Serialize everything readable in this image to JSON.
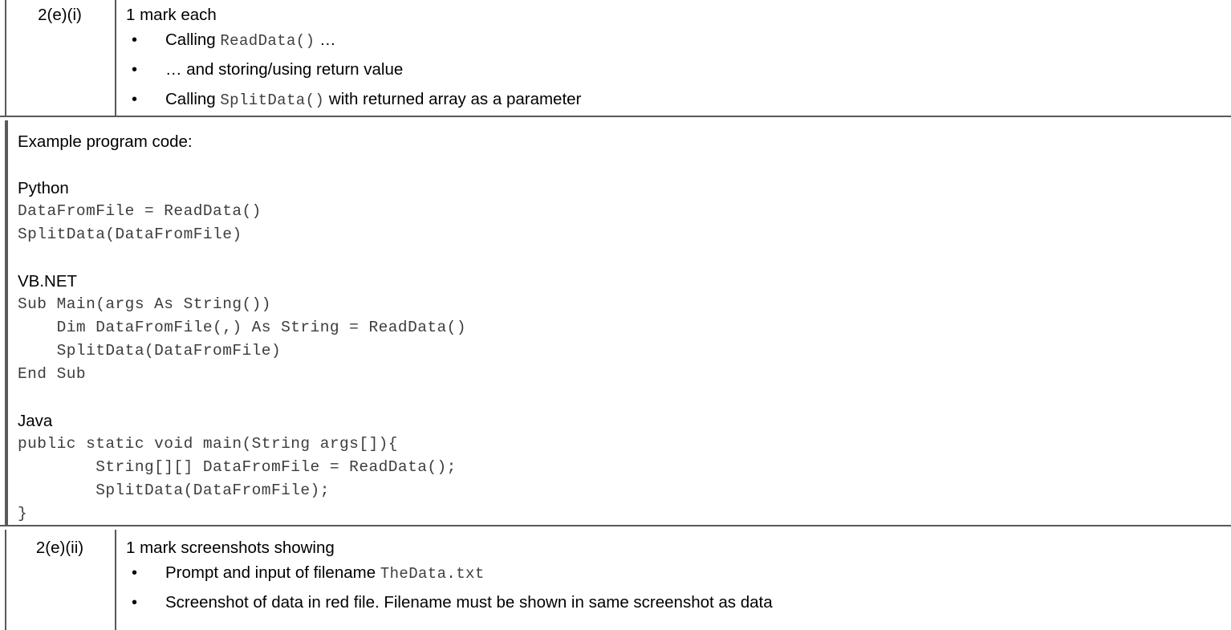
{
  "document": {
    "kind": "mark-scheme-extract",
    "bullet_glyph": "•"
  },
  "rows": [
    {
      "id": "2ei",
      "label": "2(e)(i)",
      "lead": "1 mark each",
      "bullets": [
        {
          "pre": "Calling ",
          "code": "ReadData()",
          "post": " …"
        },
        {
          "pre": "… and storing/using return value",
          "code": "",
          "post": ""
        },
        {
          "pre": "Calling ",
          "code": "SplitData()",
          "post": " with returned array as a parameter"
        }
      ]
    },
    {
      "id": "2eii",
      "label": "2(e)(ii)",
      "lead": "1 mark screenshots showing",
      "bullets": [
        {
          "pre": "Prompt and input of filename ",
          "code": "TheData.txt",
          "post": ""
        },
        {
          "pre": "Screenshot of data in red file. Filename must be shown in same screenshot as data",
          "code": "",
          "post": ""
        }
      ]
    }
  ],
  "code_section": {
    "intro": "Example program code:",
    "languages": [
      {
        "name": "Python",
        "code": "DataFromFile = ReadData()\nSplitData(DataFromFile)"
      },
      {
        "name": "VB.NET",
        "code": "Sub Main(args As String())\n    Dim DataFromFile(,) As String = ReadData()\n    SplitData(DataFromFile)\nEnd Sub"
      },
      {
        "name": "Java",
        "code": "public static void main(String args[]){\n        String[][] DataFromFile = ReadData();\n        SplitData(DataFromFile);\n}"
      }
    ]
  },
  "colors": {
    "border": "#595959",
    "text": "#000000",
    "code_text": "#3d3d3d",
    "background": "#ffffff"
  }
}
